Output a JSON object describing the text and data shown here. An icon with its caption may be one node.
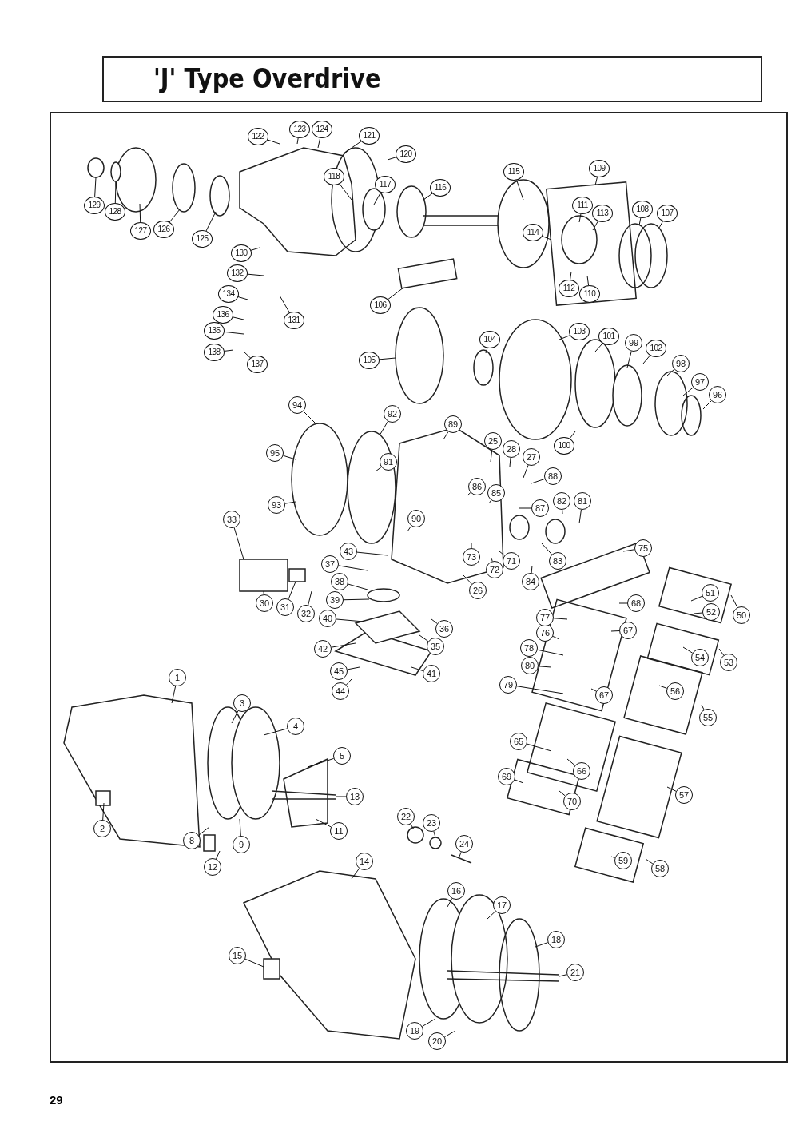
{
  "diagram": {
    "title": "'J' Type Overdrive",
    "nodes": [
      {
        "text": [
          "1"
        ]
      },
      {
        "text": [
          "2"
        ]
      },
      {
        "text": [
          "3"
        ]
      },
      {
        "text": [
          "4"
        ]
      },
      {
        "text": [
          "5"
        ]
      },
      {
        "text": [
          "8"
        ]
      },
      {
        "text": [
          "9"
        ]
      },
      {
        "text": [
          "11"
        ]
      },
      {
        "text": [
          "12"
        ]
      },
      {
        "text": [
          "13"
        ]
      },
      {
        "text": [
          "14"
        ]
      },
      {
        "text": [
          "15"
        ]
      },
      {
        "text": [
          "16"
        ]
      },
      {
        "text": [
          "17"
        ]
      },
      {
        "text": [
          "18"
        ]
      },
      {
        "text": [
          "19"
        ]
      },
      {
        "text": [
          "20"
        ]
      },
      {
        "text": [
          "21"
        ]
      },
      {
        "text": [
          "22"
        ]
      },
      {
        "text": [
          "23"
        ]
      },
      {
        "text": [
          "24"
        ]
      },
      {
        "text": [
          "25"
        ]
      },
      {
        "text": [
          "26"
        ]
      },
      {
        "text": [
          "27"
        ]
      },
      {
        "text": [
          "28"
        ]
      },
      {
        "text": [
          "30"
        ]
      },
      {
        "text": [
          "31"
        ]
      },
      {
        "text": [
          "32"
        ]
      },
      {
        "text": [
          "33"
        ]
      },
      {
        "text": [
          "35"
        ]
      },
      {
        "text": [
          "36"
        ]
      },
      {
        "text": [
          "37"
        ]
      },
      {
        "text": [
          "38"
        ]
      },
      {
        "text": [
          "39"
        ]
      },
      {
        "text": [
          "40"
        ]
      },
      {
        "text": [
          "41"
        ]
      },
      {
        "text": [
          "42"
        ]
      },
      {
        "text": [
          "43"
        ]
      },
      {
        "text": [
          "44"
        ]
      },
      {
        "text": [
          "45"
        ]
      },
      {
        "text": [
          "50"
        ]
      },
      {
        "text": [
          "51"
        ]
      },
      {
        "text": [
          "52"
        ]
      },
      {
        "text": [
          "53"
        ]
      },
      {
        "text": [
          "54"
        ]
      },
      {
        "text": [
          "55"
        ]
      },
      {
        "text": [
          "56"
        ]
      },
      {
        "text": [
          "57"
        ]
      },
      {
        "text": [
          "58"
        ]
      },
      {
        "text": [
          "59"
        ]
      },
      {
        "text": [
          "65"
        ]
      },
      {
        "text": [
          "66"
        ]
      },
      {
        "text": [
          "67"
        ]
      },
      {
        "text": [
          "67"
        ]
      },
      {
        "text": [
          "68"
        ]
      },
      {
        "text": [
          "69"
        ]
      },
      {
        "text": [
          "70"
        ]
      },
      {
        "text": [
          "71"
        ]
      },
      {
        "text": [
          "72"
        ]
      },
      {
        "text": [
          "73"
        ]
      },
      {
        "text": [
          "75"
        ]
      },
      {
        "text": [
          "76"
        ]
      },
      {
        "text": [
          "77"
        ]
      },
      {
        "text": [
          "78"
        ]
      },
      {
        "text": [
          "79"
        ]
      },
      {
        "text": [
          "80"
        ]
      },
      {
        "text": [
          "81"
        ]
      },
      {
        "text": [
          "82"
        ]
      },
      {
        "text": [
          "83"
        ]
      },
      {
        "text": [
          "84"
        ]
      },
      {
        "text": [
          "85"
        ]
      },
      {
        "text": [
          "86"
        ]
      },
      {
        "text": [
          "87"
        ]
      },
      {
        "text": [
          "88"
        ]
      },
      {
        "text": [
          "89"
        ]
      },
      {
        "text": [
          "90"
        ]
      },
      {
        "text": [
          "91"
        ]
      },
      {
        "text": [
          "92"
        ]
      },
      {
        "text": [
          "93"
        ]
      },
      {
        "text": [
          "94"
        ]
      },
      {
        "text": [
          "95"
        ]
      },
      {
        "text": [
          "96"
        ]
      },
      {
        "text": [
          "97"
        ]
      },
      {
        "text": [
          "98"
        ]
      },
      {
        "text": [
          "99"
        ]
      },
      {
        "text": [
          "100"
        ]
      },
      {
        "text": [
          "101"
        ]
      },
      {
        "text": [
          "102"
        ]
      },
      {
        "text": [
          "103"
        ]
      },
      {
        "text": [
          "104"
        ]
      },
      {
        "text": [
          "105"
        ]
      },
      {
        "text": [
          "106"
        ]
      },
      {
        "text": [
          "107"
        ]
      },
      {
        "text": [
          "108"
        ]
      },
      {
        "text": [
          "109"
        ]
      },
      {
        "text": [
          "110"
        ]
      },
      {
        "text": [
          "111"
        ]
      },
      {
        "text": [
          "112"
        ]
      },
      {
        "text": [
          "113"
        ]
      },
      {
        "text": [
          "114"
        ]
      },
      {
        "text": [
          "115"
        ]
      },
      {
        "text": [
          "116"
        ]
      },
      {
        "text": [
          "117"
        ]
      },
      {
        "text": [
          "118"
        ]
      },
      {
        "text": [
          "120"
        ]
      },
      {
        "text": [
          "121"
        ]
      },
      {
        "text": [
          "122"
        ]
      },
      {
        "text": [
          "123"
        ]
      },
      {
        "text": [
          "124"
        ]
      },
      {
        "text": [
          "125"
        ]
      },
      {
        "text": [
          "126"
        ]
      },
      {
        "text": [
          "127"
        ]
      },
      {
        "text": [
          "128"
        ]
      },
      {
        "text": [
          "129"
        ]
      },
      {
        "text": [
          "130"
        ]
      },
      {
        "text": [
          "131"
        ]
      },
      {
        "text": [
          "132"
        ]
      },
      {
        "text": [
          "134"
        ]
      },
      {
        "text": [
          "135"
        ]
      },
      {
        "text": [
          "136"
        ]
      },
      {
        "text": [
          "137"
        ]
      },
      {
        "text": [
          "138"
        ]
      }
    ],
    "edges": [
      {
        "from": 0,
        "to": null,
        "arrow": "none"
      },
      {
        "from": 1,
        "to": null,
        "arrow": "none"
      },
      {
        "from": 2,
        "to": null,
        "arrow": "none"
      },
      {
        "from": 3,
        "to": null,
        "arrow": "none"
      },
      {
        "from": 4,
        "to": null,
        "arrow": "none"
      },
      {
        "from": 5,
        "to": null,
        "arrow": "none"
      },
      {
        "from": 6,
        "to": null,
        "arrow": "none"
      },
      {
        "from": 7,
        "to": null,
        "arrow": "none"
      },
      {
        "from": 8,
        "to": null,
        "arrow": "none"
      },
      {
        "from": 9,
        "to": null,
        "arrow": "none"
      },
      {
        "from": 10,
        "to": null,
        "arrow": "none"
      },
      {
        "from": 11,
        "to": null,
        "arrow": "none"
      },
      {
        "from": 12,
        "to": null,
        "arrow": "none"
      },
      {
        "from": 13,
        "to": null,
        "arrow": "none"
      },
      {
        "from": 14,
        "to": null,
        "arrow": "none"
      },
      {
        "from": 15,
        "to": null,
        "arrow": "none"
      },
      {
        "from": 16,
        "to": null,
        "arrow": "none"
      },
      {
        "from": 17,
        "to": null,
        "arrow": "none"
      },
      {
        "from": 18,
        "to": null,
        "arrow": "none"
      },
      {
        "from": 19,
        "to": null,
        "arrow": "none"
      },
      {
        "from": 20,
        "to": null,
        "arrow": "none"
      },
      {
        "from": 21,
        "to": null,
        "arrow": "none"
      },
      {
        "from": 22,
        "to": null,
        "arrow": "none"
      },
      {
        "from": 23,
        "to": null,
        "arrow": "none"
      },
      {
        "from": 24,
        "to": null,
        "arrow": "none"
      },
      {
        "from": 25,
        "to": null,
        "arrow": "none"
      },
      {
        "from": 26,
        "to": null,
        "arrow": "none"
      },
      {
        "from": 27,
        "to": null,
        "arrow": "none"
      },
      {
        "from": 28,
        "to": null,
        "arrow": "none"
      },
      {
        "from": 29,
        "to": null,
        "arrow": "none"
      },
      {
        "from": 30,
        "to": null,
        "arrow": "none"
      },
      {
        "from": 31,
        "to": null,
        "arrow": "none"
      },
      {
        "from": 32,
        "to": null,
        "arrow": "none"
      },
      {
        "from": 33,
        "to": null,
        "arrow": "none"
      },
      {
        "from": 34,
        "to": null,
        "arrow": "none"
      },
      {
        "from": 35,
        "to": null,
        "arrow": "none"
      },
      {
        "from": 36,
        "to": null,
        "arrow": "none"
      },
      {
        "from": 37,
        "to": null,
        "arrow": "none"
      },
      {
        "from": 38,
        "to": null,
        "arrow": "none"
      },
      {
        "from": 39,
        "to": null,
        "arrow": "none"
      },
      {
        "from": 40,
        "to": null,
        "arrow": "none"
      },
      {
        "from": 41,
        "to": null,
        "arrow": "none"
      },
      {
        "from": 42,
        "to": null,
        "arrow": "none"
      },
      {
        "from": 43,
        "to": null,
        "arrow": "none"
      },
      {
        "from": 44,
        "to": null,
        "arrow": "none"
      },
      {
        "from": 45,
        "to": null,
        "arrow": "none"
      },
      {
        "from": 46,
        "to": null,
        "arrow": "none"
      },
      {
        "from": 47,
        "to": null,
        "arrow": "none"
      },
      {
        "from": 48,
        "to": null,
        "arrow": "none"
      },
      {
        "from": 49,
        "to": null,
        "arrow": "none"
      },
      {
        "from": 50,
        "to": null,
        "arrow": "none"
      },
      {
        "from": 51,
        "to": null,
        "arrow": "none"
      },
      {
        "from": 52,
        "to": null,
        "arrow": "none"
      },
      {
        "from": 53,
        "to": null,
        "arrow": "none"
      },
      {
        "from": 54,
        "to": null,
        "arrow": "none"
      },
      {
        "from": 55,
        "to": null,
        "arrow": "none"
      },
      {
        "from": 56,
        "to": null,
        "arrow": "none"
      },
      {
        "from": 57,
        "to": null,
        "arrow": "none"
      },
      {
        "from": 58,
        "to": null,
        "arrow": "none"
      },
      {
        "from": 59,
        "to": null,
        "arrow": "none"
      },
      {
        "from": 60,
        "to": null,
        "arrow": "none"
      },
      {
        "from": 61,
        "to": null,
        "arrow": "none"
      },
      {
        "from": 62,
        "to": null,
        "arrow": "none"
      },
      {
        "from": 63,
        "to": null,
        "arrow": "none"
      },
      {
        "from": 64,
        "to": null,
        "arrow": "none"
      },
      {
        "from": 65,
        "to": null,
        "arrow": "none"
      },
      {
        "from": 66,
        "to": null,
        "arrow": "none"
      },
      {
        "from": 67,
        "to": null,
        "arrow": "none"
      },
      {
        "from": 68,
        "to": null,
        "arrow": "none"
      },
      {
        "from": 69,
        "to": null,
        "arrow": "none"
      },
      {
        "from": 70,
        "to": null,
        "arrow": "none"
      },
      {
        "from": 71,
        "to": null,
        "arrow": "none"
      },
      {
        "from": 72,
        "to": null,
        "arrow": "none"
      },
      {
        "from": 73,
        "to": null,
        "arrow": "none"
      },
      {
        "from": 74,
        "to": null,
        "arrow": "none"
      },
      {
        "from": 75,
        "to": null,
        "arrow": "none"
      },
      {
        "from": 76,
        "to": null,
        "arrow": "none"
      },
      {
        "from": 77,
        "to": null,
        "arrow": "none"
      },
      {
        "from": 78,
        "to": null,
        "arrow": "none"
      },
      {
        "from": 79,
        "to": null,
        "arrow": "none"
      },
      {
        "from": 80,
        "to": null,
        "arrow": "none"
      },
      {
        "from": 81,
        "to": null,
        "arrow": "none"
      },
      {
        "from": 82,
        "to": null,
        "arrow": "none"
      },
      {
        "from": 83,
        "to": null,
        "arrow": "none"
      },
      {
        "from": 84,
        "to": null,
        "arrow": "none"
      },
      {
        "from": 85,
        "to": null,
        "arrow": "none"
      },
      {
        "from": 86,
        "to": null,
        "arrow": "none"
      },
      {
        "from": 87,
        "to": null,
        "arrow": "none"
      },
      {
        "from": 88,
        "to": null,
        "arrow": "none"
      },
      {
        "from": 89,
        "to": null,
        "arrow": "none"
      },
      {
        "from": 90,
        "to": null,
        "arrow": "none"
      },
      {
        "from": 91,
        "to": null,
        "arrow": "none"
      },
      {
        "from": 92,
        "to": null,
        "arrow": "none"
      },
      {
        "from": 93,
        "to": null,
        "arrow": "none"
      },
      {
        "from": 94,
        "to": null,
        "arrow": "none"
      },
      {
        "from": 95,
        "to": null,
        "arrow": "none"
      },
      {
        "from": 96,
        "to": null,
        "arrow": "none"
      },
      {
        "from": 97,
        "to": null,
        "arrow": "none"
      },
      {
        "from": 98,
        "to": null,
        "arrow": "none"
      },
      {
        "from": 99,
        "to": null,
        "arrow": "none"
      },
      {
        "from": 100,
        "to": null,
        "arrow": "none"
      },
      {
        "from": 101,
        "to": null,
        "arrow": "none"
      },
      {
        "from": 102,
        "to": null,
        "arrow": "none"
      },
      {
        "from": 103,
        "to": null,
        "arrow": "none"
      },
      {
        "from": 104,
        "to": null,
        "arrow": "none"
      },
      {
        "from": 105,
        "to": null,
        "arrow": "none"
      },
      {
        "from": 106,
        "to": null,
        "arrow": "none"
      },
      {
        "from": 107,
        "to": null,
        "arrow": "none"
      },
      {
        "from": 108,
        "to": null,
        "arrow": "none"
      },
      {
        "from": 109,
        "to": null,
        "arrow": "none"
      },
      {
        "from": 110,
        "to": null,
        "arrow": "none"
      },
      {
        "from": 111,
        "to": null,
        "arrow": "none"
      },
      {
        "from": 112,
        "to": null,
        "arrow": "none"
      },
      {
        "from": 113,
        "to": null,
        "arrow": "none"
      },
      {
        "from": 114,
        "to": null,
        "arrow": "none"
      },
      {
        "from": 115,
        "to": null,
        "arrow": "none"
      },
      {
        "from": 116,
        "to": null,
        "arrow": "none"
      },
      {
        "from": 117,
        "to": null,
        "arrow": "none"
      },
      {
        "from": 118,
        "to": null,
        "arrow": "none"
      },
      {
        "from": 119,
        "to": null,
        "arrow": "none"
      },
      {
        "from": 120,
        "to": null,
        "arrow": "none"
      },
      {
        "from": 121,
        "to": null,
        "arrow": "none"
      }
    ],
    "labels": [
      "29"
    ]
  }
}
